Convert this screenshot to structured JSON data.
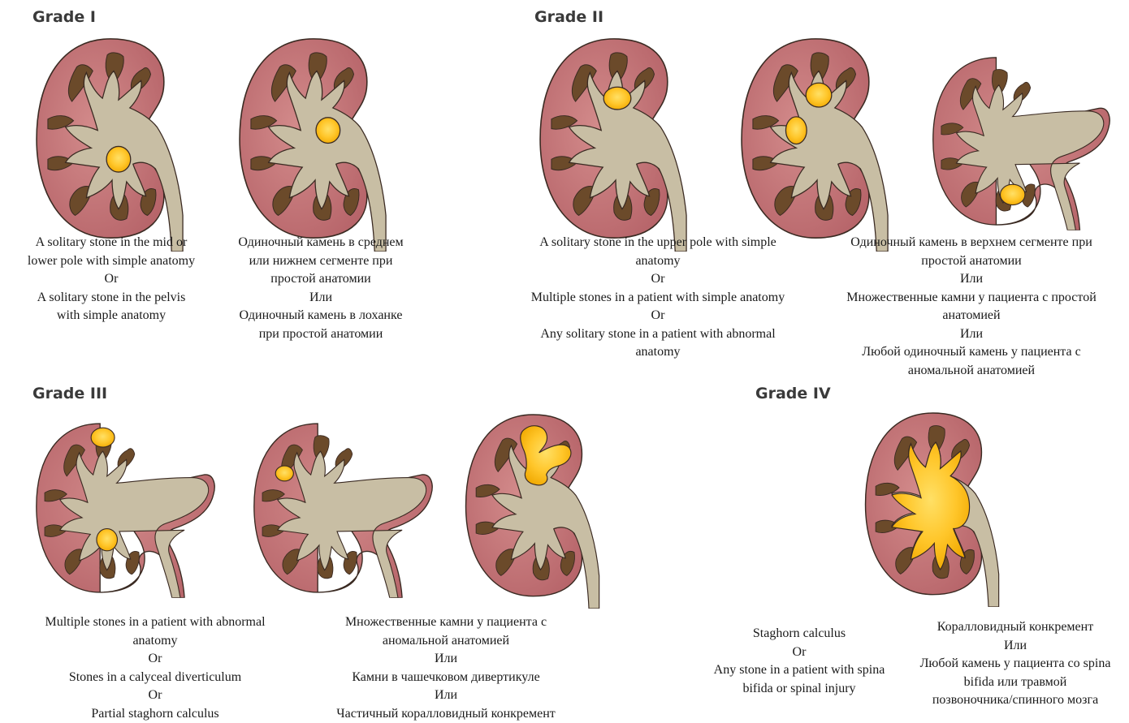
{
  "grades": {
    "g1": {
      "title": "Grade I",
      "en": [
        "A solitary stone in the mid or",
        "lower pole with simple anatomy",
        "Or",
        "A solitary stone in the pelvis",
        "with simple anatomy"
      ],
      "ru": [
        "Одиночный камень в среднем",
        "или нижнем сегменте при",
        "простой анатомии",
        "Или",
        "Одиночный камень в лоханке",
        "при простой анатомии"
      ]
    },
    "g2": {
      "title": "Grade II",
      "en": [
        "A solitary stone in the upper pole with simple",
        "anatomy",
        "Or",
        "Multiple stones in a patient with simple anatomy",
        "Or",
        "Any solitary stone in a patient with abnormal",
        "anatomy"
      ],
      "ru": [
        "Одиночный камень в верхнем сегменте при",
        "простой анатомии",
        "Или",
        "Множественные камни у пациента с простой",
        "анатомией",
        "Или",
        "Любой одиночный камень у пациента с",
        "аномальной анатомией"
      ]
    },
    "g3": {
      "title": "Grade III",
      "en": [
        "Multiple stones in a patient with abnormal",
        "anatomy",
        "Or",
        "Stones in a calyceal diverticulum",
        "Or",
        "Partial staghorn calculus"
      ],
      "ru": [
        "Множественные камни у пациента с",
        "аномальной анатомией",
        "Или",
        "Камни в чашечковом дивертикуле",
        "Или",
        "Частичный коралловидный конкремент"
      ]
    },
    "g4": {
      "title": "Grade IV",
      "en": [
        "Staghorn calculus",
        "Or",
        "Any stone in a patient with spina",
        "bifida or spinal injury"
      ],
      "ru": [
        "Коралловидный конкремент",
        "Или",
        "Любой камень у пациента со spina",
        "bifida или травмой",
        "позвоночника/спинного мозга"
      ]
    }
  },
  "colors": {
    "cortex": "#c7787a",
    "medulla": "#6b4a2a",
    "collecting_system": "#c8bea4",
    "outline": "#3a2a22",
    "stone": "#ffc928"
  }
}
